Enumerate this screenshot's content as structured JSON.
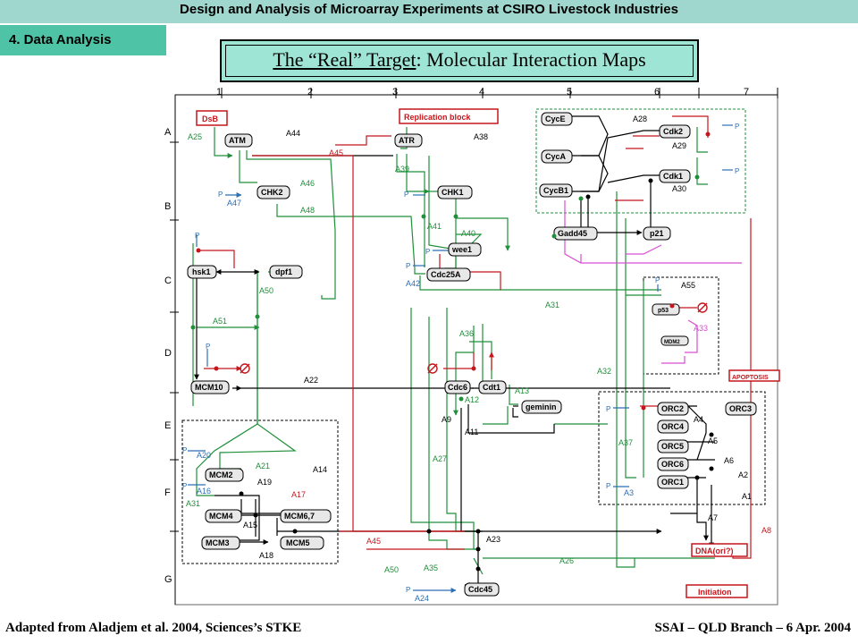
{
  "header": {
    "title": "Design and Analysis of Microarray Experiments at CSIRO Livestock Industries"
  },
  "section": {
    "label": "4. Data Analysis"
  },
  "slide_title": {
    "underlined": "The “Real” Target",
    "rest": ": Molecular Interaction Maps"
  },
  "footer": {
    "left": "Adapted from Aladjem et al. 2004, Sciences’s STKE",
    "right": "SSAI – QLD Branch – 6 Apr. 2004"
  },
  "diagram": {
    "columns": [
      "1",
      "2",
      "3",
      "4",
      "5",
      "6",
      "7"
    ],
    "rows": [
      "A",
      "B",
      "C",
      "D",
      "E",
      "F",
      "G"
    ],
    "nodes": {
      "dsb": "DsB",
      "replication_block": "Replication block",
      "atm": "ATM",
      "atr": "ATR",
      "chk2": "CHK2",
      "chk1": "CHK1",
      "wee1": "wee1",
      "cdc25a": "Cdc25A",
      "hsk1": "hsk1",
      "dpf1": "dpf1",
      "mcm10": "MCM10",
      "cdc6": "Cdc6",
      "cdt1": "Cdt1",
      "geminin": "geminin",
      "mcm2": "MCM2",
      "mcm4": "MCM4",
      "mcm67": "MCM6,7",
      "mcm3": "MCM3",
      "mcm5": "MCM5",
      "cdc45": "Cdc45",
      "cyce": "CycE",
      "cyca": "CycA",
      "cycb1": "CycB1",
      "cdk2": "Cdk2",
      "cdk1": "Cdk1",
      "gadd45": "Gadd45",
      "p21": "p21",
      "p53": "p53",
      "mdm2": "MDM2",
      "apoptosis": "APOPTOSIS",
      "orc2": "ORC2",
      "orc3": "ORC3",
      "orc4": "ORC4",
      "orc5": "ORC5",
      "orc6": "ORC6",
      "orc1": "ORC1",
      "dna": "DNA(ori?)",
      "initiation": "Initiation"
    },
    "labels": {
      "a1": "A1",
      "a2": "A2",
      "a3": "A3",
      "a4": "A4",
      "a5": "A5",
      "a6": "A6",
      "a7": "A7",
      "a8": "A8",
      "a9": "A9",
      "a11": "A11",
      "a12": "A12",
      "a13": "A13",
      "a14": "A14",
      "a15": "A15",
      "a16": "A16",
      "a17": "A17",
      "a18": "A18",
      "a19": "A19",
      "a20": "A20",
      "a21": "A21",
      "a22": "A22",
      "a23": "A23",
      "a24": "A24",
      "a25": "A25",
      "a26": "A26",
      "a27": "A27",
      "a28": "A28",
      "a29": "A29",
      "a30": "A30",
      "a31": "A31",
      "a31b": "A31",
      "a32": "A32",
      "a33": "A33",
      "a35": "A35",
      "a36": "A36",
      "a37": "A37",
      "a38": "A38",
      "a39": "A39",
      "a40": "A40",
      "a41": "A41",
      "a42": "A42",
      "a44": "A44",
      "a45": "A45",
      "a45b": "A45",
      "a46": "A46",
      "a47": "A47",
      "a48": "A48",
      "a50": "A50",
      "a50b": "A50",
      "a51": "A51",
      "a55": "A55"
    },
    "phosphate": "P"
  },
  "colors": {
    "header": "#9fd7cf",
    "tab": "#4ec3a5",
    "title_box": "#9fe5d5",
    "green": "#1f8f3a",
    "red": "#c4161c",
    "blue": "#2b6fb5",
    "pink": "#d64fd0"
  }
}
